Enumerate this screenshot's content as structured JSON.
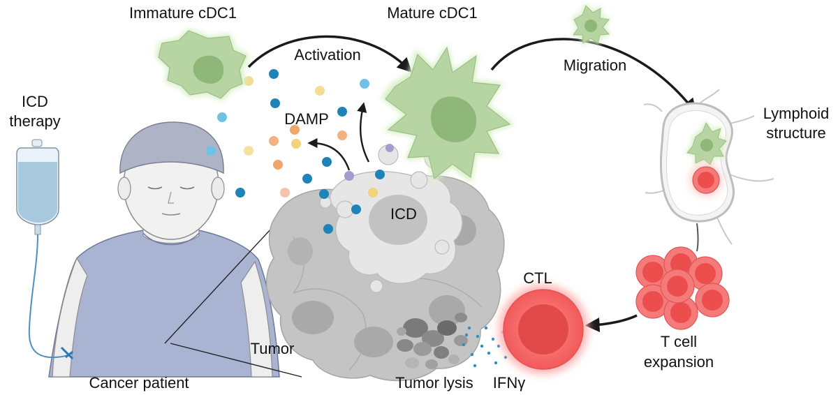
{
  "labels": {
    "immature": "Immature cDC1",
    "mature": "Mature cDC1",
    "activation": "Activation",
    "migration": "Migration",
    "icd_therapy_line1": "ICD",
    "icd_therapy_line2": "therapy",
    "damp": "DAMP",
    "lymphoid_line1": "Lymphoid",
    "lymphoid_line2": "structure",
    "icd": "ICD",
    "ctl": "CTL",
    "tcell_line1": "T cell",
    "tcell_line2": "expansion",
    "tumor": "Tumor",
    "cancer_patient": "Cancer patient",
    "tumor_lysis": "Tumor lysis",
    "ifng": "IFNγ"
  },
  "colors": {
    "dc_fill": "#b7d4a3",
    "dc_nucleus": "#8fb779",
    "dc_glow": "#d9f0c8",
    "tumor": "#c4c4c4",
    "tumor_dark": "#9e9e9e",
    "icd_cell": "#e6e6e6",
    "ctl_fill": "#f36b6b",
    "ctl_nucleus": "#e24a4a",
    "shirt": "#a9b4d3",
    "skin": "#f1f1f1",
    "cap": "#aeb4c6",
    "bag": "#9cc2d8",
    "damp_blue": "#1e83b8",
    "damp_lightblue": "#6fc2e6",
    "damp_yellow": "#f3d27a",
    "damp_orange": "#f0a56b",
    "damp_peach": "#f6c3aa",
    "damp_purple": "#a49bd1",
    "arrow": "#1a1a1a"
  }
}
